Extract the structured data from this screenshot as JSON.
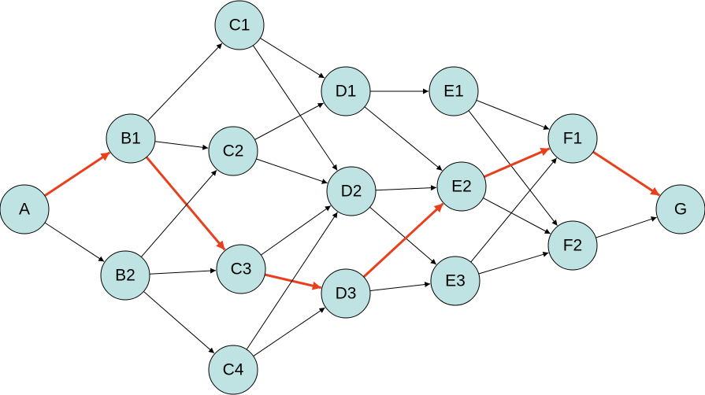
{
  "colors": {
    "node_fill": "#bfe3e3",
    "node_stroke": "#000000",
    "edge": "#000000",
    "highlight": "#e8401c",
    "background": "#ffffff"
  },
  "nodes": [
    {
      "id": "A",
      "label": "A"
    },
    {
      "id": "B1",
      "label": "B1"
    },
    {
      "id": "B2",
      "label": "B2"
    },
    {
      "id": "C1",
      "label": "C1"
    },
    {
      "id": "C2",
      "label": "C2"
    },
    {
      "id": "C3",
      "label": "C3"
    },
    {
      "id": "C4",
      "label": "C4"
    },
    {
      "id": "D1",
      "label": "D1"
    },
    {
      "id": "D2",
      "label": "D2"
    },
    {
      "id": "D3",
      "label": "D3"
    },
    {
      "id": "E1",
      "label": "E1"
    },
    {
      "id": "E2",
      "label": "E2"
    },
    {
      "id": "E3",
      "label": "E3"
    },
    {
      "id": "F1",
      "label": "F1"
    },
    {
      "id": "F2",
      "label": "F2"
    },
    {
      "id": "G",
      "label": "G"
    }
  ],
  "edges": [
    {
      "from": "A",
      "to": "B1",
      "highlight": true
    },
    {
      "from": "A",
      "to": "B2",
      "highlight": false
    },
    {
      "from": "B1",
      "to": "C1",
      "highlight": false
    },
    {
      "from": "B1",
      "to": "C2",
      "highlight": false
    },
    {
      "from": "B1",
      "to": "C3",
      "highlight": true
    },
    {
      "from": "B2",
      "to": "C2",
      "highlight": false
    },
    {
      "from": "B2",
      "to": "C3",
      "highlight": false
    },
    {
      "from": "B2",
      "to": "C4",
      "highlight": false
    },
    {
      "from": "C1",
      "to": "D1",
      "highlight": false
    },
    {
      "from": "C1",
      "to": "D2",
      "highlight": false
    },
    {
      "from": "C2",
      "to": "D1",
      "highlight": false
    },
    {
      "from": "C2",
      "to": "D2",
      "highlight": false
    },
    {
      "from": "C3",
      "to": "D2",
      "highlight": false
    },
    {
      "from": "C3",
      "to": "D3",
      "highlight": true
    },
    {
      "from": "C4",
      "to": "D2",
      "highlight": false
    },
    {
      "from": "C4",
      "to": "D3",
      "highlight": false
    },
    {
      "from": "D1",
      "to": "E1",
      "highlight": false
    },
    {
      "from": "D1",
      "to": "E2",
      "highlight": false
    },
    {
      "from": "D2",
      "to": "E2",
      "highlight": false
    },
    {
      "from": "D2",
      "to": "E3",
      "highlight": false
    },
    {
      "from": "D3",
      "to": "E2",
      "highlight": true
    },
    {
      "from": "D3",
      "to": "E3",
      "highlight": false
    },
    {
      "from": "E1",
      "to": "F1",
      "highlight": false
    },
    {
      "from": "E1",
      "to": "F2",
      "highlight": false
    },
    {
      "from": "E2",
      "to": "F1",
      "highlight": true
    },
    {
      "from": "E2",
      "to": "F2",
      "highlight": false
    },
    {
      "from": "E3",
      "to": "F1",
      "highlight": false
    },
    {
      "from": "E3",
      "to": "F2",
      "highlight": false
    },
    {
      "from": "F1",
      "to": "G",
      "highlight": true
    },
    {
      "from": "F2",
      "to": "G",
      "highlight": false
    }
  ]
}
